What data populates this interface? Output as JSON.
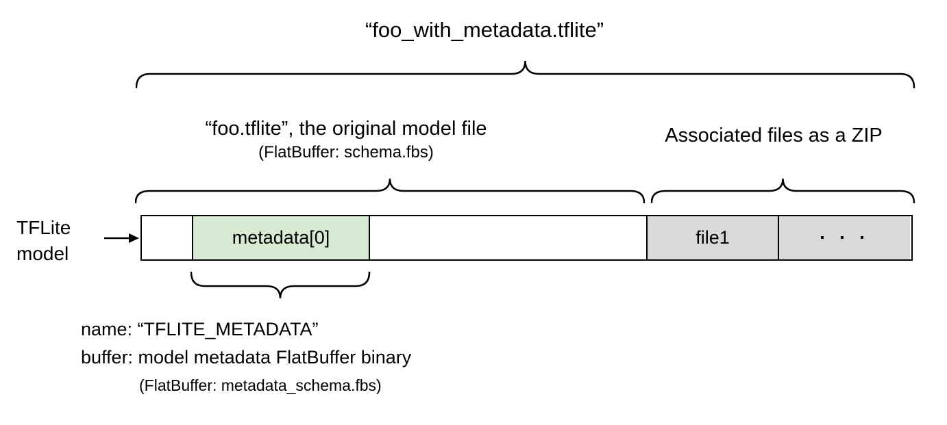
{
  "diagram": {
    "title": "“foo_with_metadata.tflite”",
    "model_file_label": {
      "line1": "“foo.tflite”, the original model file",
      "line2": "(FlatBuffer: schema.fbs)"
    },
    "associated_files_label": "Associated files as a ZIP",
    "side_label": {
      "line1": "TFLite",
      "line2": "model"
    },
    "bar_segments": [
      {
        "name": "model-header",
        "label": "",
        "fill": "#ffffff"
      },
      {
        "name": "metadata-buffer",
        "label": "metadata[0]",
        "fill": "#d9ead3"
      },
      {
        "name": "model-body",
        "label": "",
        "fill": "#ffffff"
      },
      {
        "name": "associated-file-1",
        "label": "file1",
        "fill": "#d9d9d9"
      },
      {
        "name": "more-associated-files",
        "label": ". . .",
        "fill": "#d9d9d9"
      }
    ],
    "metadata_annotation": {
      "line1": "name: “TFLITE_METADATA”",
      "line2": "buffer: model metadata FlatBuffer binary",
      "line3": "(FlatBuffer: metadata_schema.fbs)"
    },
    "colors": {
      "metadata_fill": "#d9ead3",
      "associated_fill": "#d9d9d9",
      "stroke": "#000000",
      "background": "#ffffff"
    }
  }
}
